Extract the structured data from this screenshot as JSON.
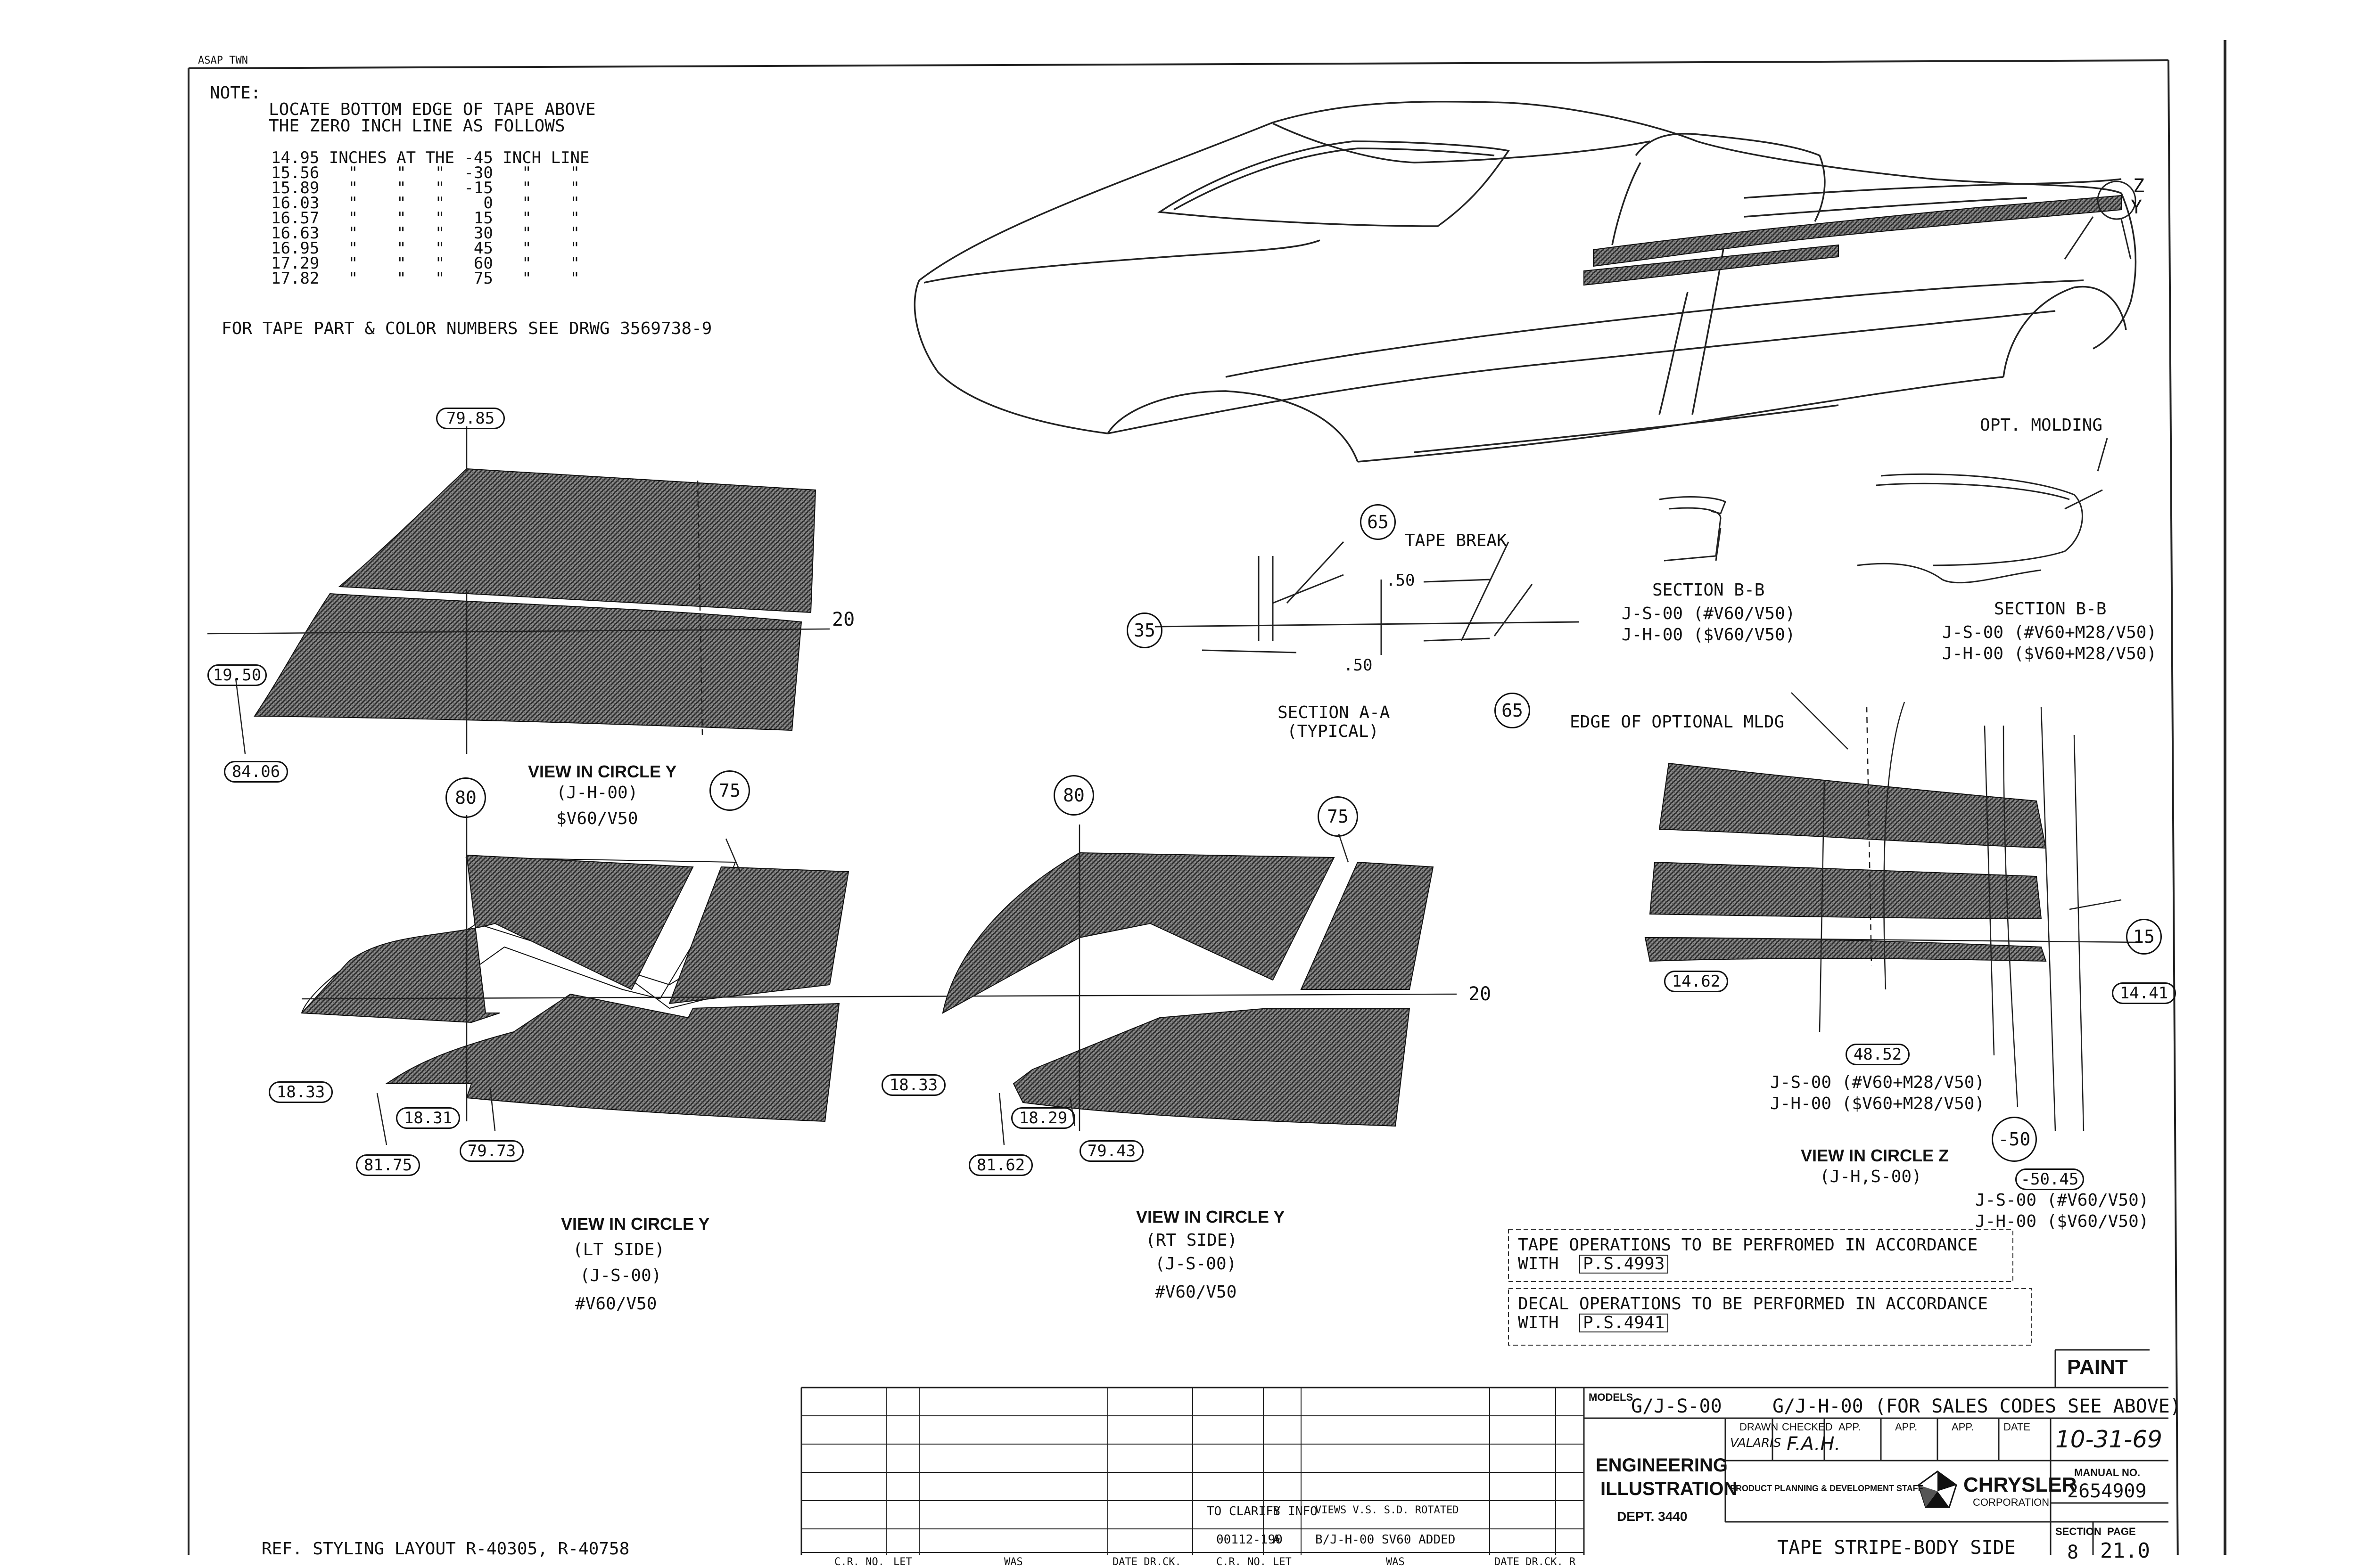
{
  "header": {
    "corner_mark": "ASAP TWN"
  },
  "note": {
    "label": "NOTE:",
    "line1": "LOCATE BOTTOM EDGE OF TAPE ABOVE",
    "line2": "THE ZERO INCH LINE AS FOLLOWS",
    "rows": [
      "14.95 INCHES AT THE -45 INCH LINE",
      "15.56   \"    \"   \"  -30   \"    \"",
      "15.89   \"    \"   \"  -15   \"    \"",
      "16.03   \"    \"   \"    0   \"    \"",
      "16.57   \"    \"   \"   15   \"    \"",
      "16.63   \"    \"   \"   30   \"    \"",
      "16.95   \"    \"   \"   45   \"    \"",
      "17.29   \"    \"   \"   60   \"    \"",
      "17.82   \"    \"   \"   75   \"    \""
    ],
    "tape_ref": "FOR TAPE PART & COLOR NUMBERS SEE DRWG 3569738-9"
  },
  "view_y_top": {
    "dim_top": "79.85",
    "dim_left": "19.50",
    "dim_bottom": "84.06",
    "line_20": "20",
    "title": "VIEW IN CIRCLE Y",
    "code": "(J-H-00)",
    "option": "$V60/V50"
  },
  "view_y_lt": {
    "circle_80": "80",
    "circle_75": "75",
    "line_20": "20",
    "dim_a": "18.33",
    "dim_b": "18.31",
    "dim_c": "81.75",
    "dim_d": "79.73",
    "title": "VIEW IN CIRCLE Y",
    "side": "(LT SIDE)",
    "code": "(J-S-00)",
    "option": "#V60/V50"
  },
  "view_y_rt": {
    "circle_80": "80",
    "circle_75": "75",
    "line_20": "20",
    "dim_a": "18.33",
    "dim_b": "18.29",
    "dim_c": "81.62",
    "dim_d": "79.43",
    "title": "VIEW IN CIRCLE Y",
    "side": "(RT SIDE)",
    "code": "(J-S-00)",
    "option": "#V60/V50"
  },
  "section_aa": {
    "circle_65_top": "65",
    "circle_35": "35",
    "circle_65_bot": "65",
    "tape_break": "TAPE BREAK",
    "dim_50_a": ".50",
    "dim_50_b": ".50",
    "title": "SECTION A-A",
    "sub": "(TYPICAL)"
  },
  "section_bb_1": {
    "title": "SECTION B-B",
    "line1": "J-S-00 (#V60/V50)",
    "line2": "J-H-00 ($V60/V50)"
  },
  "section_bb_2": {
    "opt_molding": "OPT. MOLDING",
    "title": "SECTION B-B",
    "line1": "J-S-00 (#V60+M28/V50)",
    "line2": "J-H-00 ($V60+M28/V50)"
  },
  "view_z": {
    "edge_label": "EDGE OF OPTIONAL MLDG",
    "circle_15": "15",
    "dim_left": "14.62",
    "dim_right": "14.41",
    "dim_bottom": "48.52",
    "line1": "J-S-00 (#V60+M28/V50)",
    "line2": "J-H-00 ($V60+M28/V50)",
    "title": "VIEW IN CIRCLE Z",
    "code": "(J-H,S-00)",
    "circle_50": "-50",
    "dim_5045": "-50.45",
    "line3": "J-S-00 (#V60/V50)",
    "line4": "J-H-00 ($V60/V50)"
  },
  "operations": {
    "tape_line1": "TAPE OPERATIONS TO BE PERFROMED IN ACCORDANCE",
    "tape_line2": "WITH",
    "tape_ps": "P.S.4993",
    "decal_line1": "DECAL OPERATIONS TO BE PERFORMED IN ACCORDANCE",
    "decal_line2": "WITH",
    "decal_ps": "P.S.4941"
  },
  "car_callouts": {
    "z_label": "Z",
    "y_label": "Y"
  },
  "footer_ref": "REF. STYLING LAYOUT R-40305, R-40758",
  "title_block": {
    "paint": "PAINT",
    "models_label": "MODELS",
    "models_a": "G/J-S-00",
    "models_b": "G/J-H-00 (FOR SALES CODES SEE ABOVE)",
    "drawn_label": "DRAWN",
    "drawn_by": "VALARIS",
    "checked_label": "CHECKED",
    "checked_by": "F.A.H.",
    "app_label": "APP.",
    "date_label": "DATE",
    "date": "10-31-69",
    "eng_line1": "ENGINEERING",
    "eng_line2": "ILLUSTRATION",
    "dept": "DEPT. 3440",
    "staff": "PRODUCT PLANNING & DEVELOPMENT STAFF",
    "company": "CHRYSLER",
    "company_sub": "CORPORATION",
    "manual_label": "MANUAL NO.",
    "manual_no": "2654909",
    "drawing_title": "TAPE STRIPE-BODY SIDE",
    "section_label": "SECTION",
    "section": "8",
    "page_label": "PAGE",
    "page": "21.0",
    "rev_rows": [
      {
        "cr": "TO CLARIFY INFO",
        "let": "B",
        "was": "VIEWS V.S. S.D. ROTATED"
      },
      {
        "cr": "00112-190",
        "let": "A",
        "was": "B/J-H-00 SV60 ADDED"
      }
    ],
    "col_cr": "C.R. NO.",
    "col_let": "LET",
    "col_was": "WAS",
    "col_date": "DATE DR.CK.",
    "col_cr2": "C.R. NO.",
    "col_let2": "LET",
    "col_was2": "WAS",
    "col_date2": "DATE DR.CK. R"
  }
}
